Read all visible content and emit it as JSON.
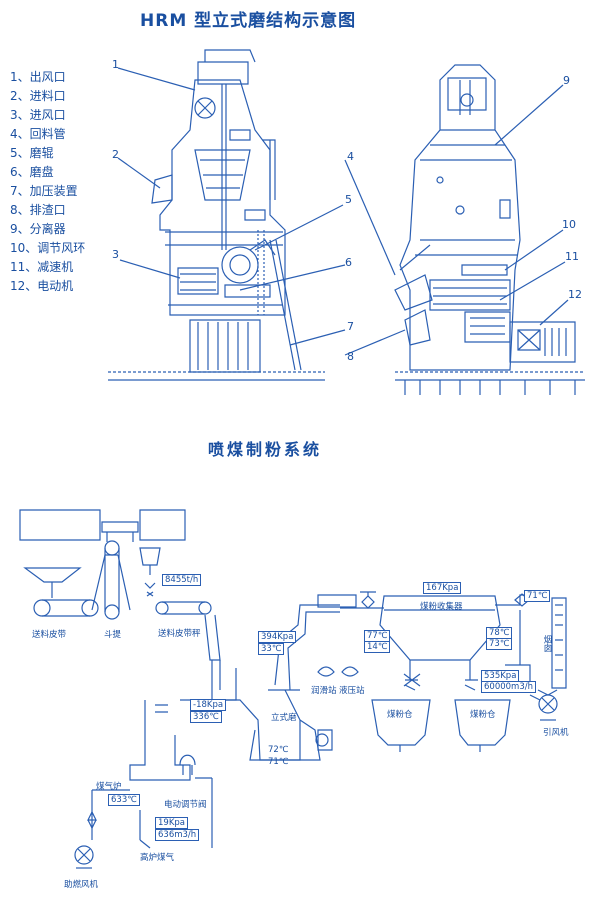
{
  "top_title": "HRM 型立式磨结构示意图",
  "legend": [
    "1、出风口",
    "2、进料口",
    "3、进风口",
    "4、回料管",
    "5、磨辊",
    "6、磨盘",
    "7、加压装置",
    "8、排渣口",
    "9、分离器",
    "10、调节风环",
    "11、减速机",
    "12、电动机"
  ],
  "callouts": [
    "1",
    "2",
    "3",
    "4",
    "5",
    "6",
    "7",
    "8",
    "9",
    "10",
    "11",
    "12"
  ],
  "bottom_title": "喷煤制粉系统",
  "system_labels": {
    "feed_belt": "送料皮带",
    "bucket_elevator": "斗提",
    "feed_belt_scale": "送料皮带秤",
    "flow_rate": "8455t/h",
    "mill_pressure": "394Kpa",
    "mill_temp": "33℃",
    "inlet_pressure": "-18Kpa",
    "inlet_temp": "336℃",
    "vertical_mill": "立式磨",
    "mill_temp2a": "72℃",
    "mill_temp2b": "71℃",
    "lube_station": "润滑站",
    "hydraulic_station": "液压站",
    "collector_pressure": "167Kpa",
    "collector": "煤粉收集器",
    "collector_temp_left_a": "77℃",
    "collector_temp_left_b": "14℃",
    "collector_temp_right_a": "78℃",
    "collector_temp_right_b": "73℃",
    "fan_pressure": "535Kpa",
    "fan_flow": "60000m3/h",
    "stack_temp": "71℃",
    "chimney": "烟囱",
    "coal_bin_1": "煤粉仓",
    "coal_bin_2": "煤粉仓",
    "induced_fan": "引风机",
    "gas_furnace": "煤气炉",
    "furnace_temp": "633℃",
    "control_valve": "电动调节阀",
    "gas_pressure": "19Kpa",
    "gas_flow": "636m3/h",
    "blast_furnace_gas": "高炉煤气",
    "combustion_fan": "助燃风机"
  }
}
